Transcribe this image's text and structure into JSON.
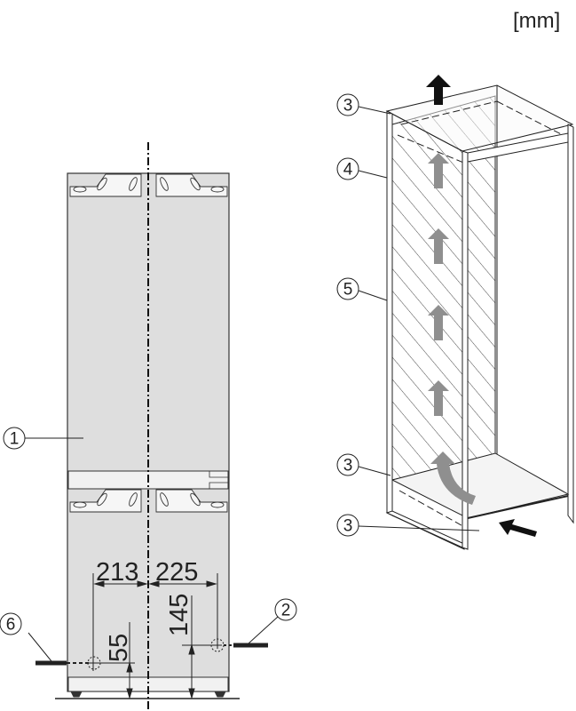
{
  "unit_label": "[mm]",
  "left_figure": {
    "callouts": {
      "appliance": "1",
      "right_connection": "2",
      "left_connection": "6"
    },
    "dimensions": {
      "left_offset": "213",
      "right_offset": "225",
      "left_height": "55",
      "right_height": "145"
    }
  },
  "right_figure": {
    "callouts": {
      "top_vent": "3",
      "side_panel": "4",
      "rear_panel": "5",
      "bottom_vent": "3",
      "inlet": "3"
    }
  },
  "colors": {
    "appliance_fill": "#dedede",
    "band_fill": "#f1f1f1",
    "airflow_arrow": "#8f8f8f",
    "line": "#222222"
  }
}
